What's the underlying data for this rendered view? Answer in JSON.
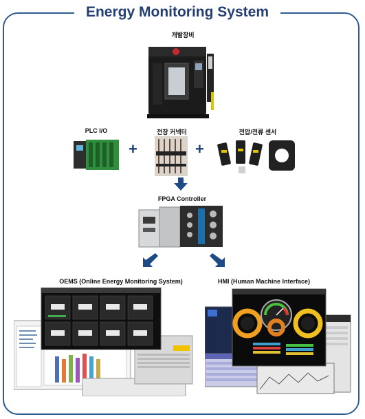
{
  "title": "Energy Monitoring System",
  "labels": {
    "machine": "개발장비",
    "plc": "PLC I/O",
    "connector": "전장 커넥터",
    "sensor": "전압/전류 센서",
    "fpga": "FPGA Controller",
    "oems": "OEMS (Online Energy Monitoring System)",
    "hmi": "HMI (Human Machine Interface)"
  },
  "symbols": {
    "plus": "+"
  },
  "colors": {
    "frame": "#2e5b93",
    "title": "#243f73",
    "arrow": "#1e4a86"
  }
}
